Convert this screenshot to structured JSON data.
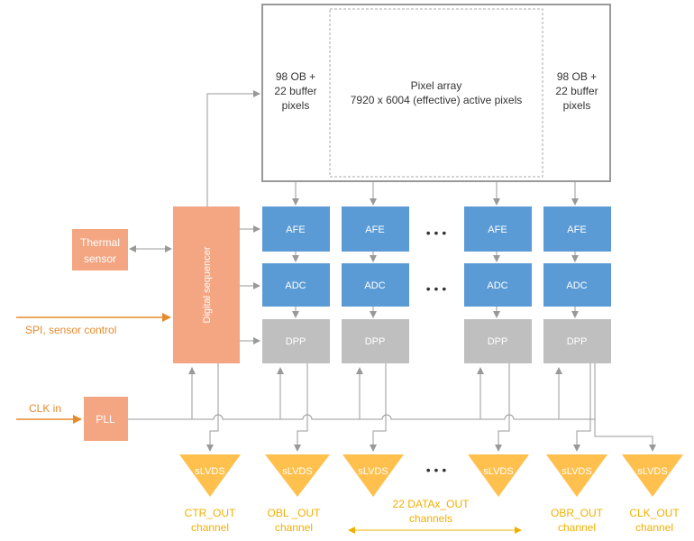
{
  "pixel_array": {
    "left_ob": [
      "98 OB +",
      "22 buffer",
      "pixels"
    ],
    "center": [
      "Pixel array",
      "7920 x 6004 (effective) active pixels"
    ],
    "right_ob": [
      "98 OB +",
      "22 buffer",
      "pixels"
    ]
  },
  "columns": [
    {
      "afe": "AFE",
      "adc": "ADC",
      "dpp": "DPP"
    },
    {
      "afe": "AFE",
      "adc": "ADC",
      "dpp": "DPP"
    },
    {
      "afe": "AFE",
      "adc": "ADC",
      "dpp": "DPP"
    },
    {
      "afe": "AFE",
      "adc": "ADC",
      "dpp": "DPP"
    }
  ],
  "ellipsis": "• • •",
  "thermal_sensor": [
    "Thermal",
    "sensor"
  ],
  "digital_sequencer": "Digital sequencer",
  "pll": "PLL",
  "inputs": {
    "spi": "SPI, sensor control",
    "clk": "CLK in"
  },
  "slvds": [
    "sLVDS",
    "sLVDS",
    "sLVDS",
    "sLVDS",
    "sLVDS",
    "sLVDS"
  ],
  "outputs": {
    "ctr": [
      "CTR_OUT",
      "channel"
    ],
    "obl": [
      "OBL _OUT",
      "channel"
    ],
    "data": [
      "22 DATAx_OUT",
      "channels"
    ],
    "obr": [
      "OBR_OUT",
      "channel"
    ],
    "clk": [
      "CLK_OUT",
      "channel"
    ]
  },
  "colors": {
    "afe_adc": "#5b9bd5",
    "dpp": "#bfbfbf",
    "salmon": "#f4a582",
    "slvds": "#ffc04d",
    "orange_text": "#e68a2e",
    "yellow_text": "#f0b000"
  }
}
